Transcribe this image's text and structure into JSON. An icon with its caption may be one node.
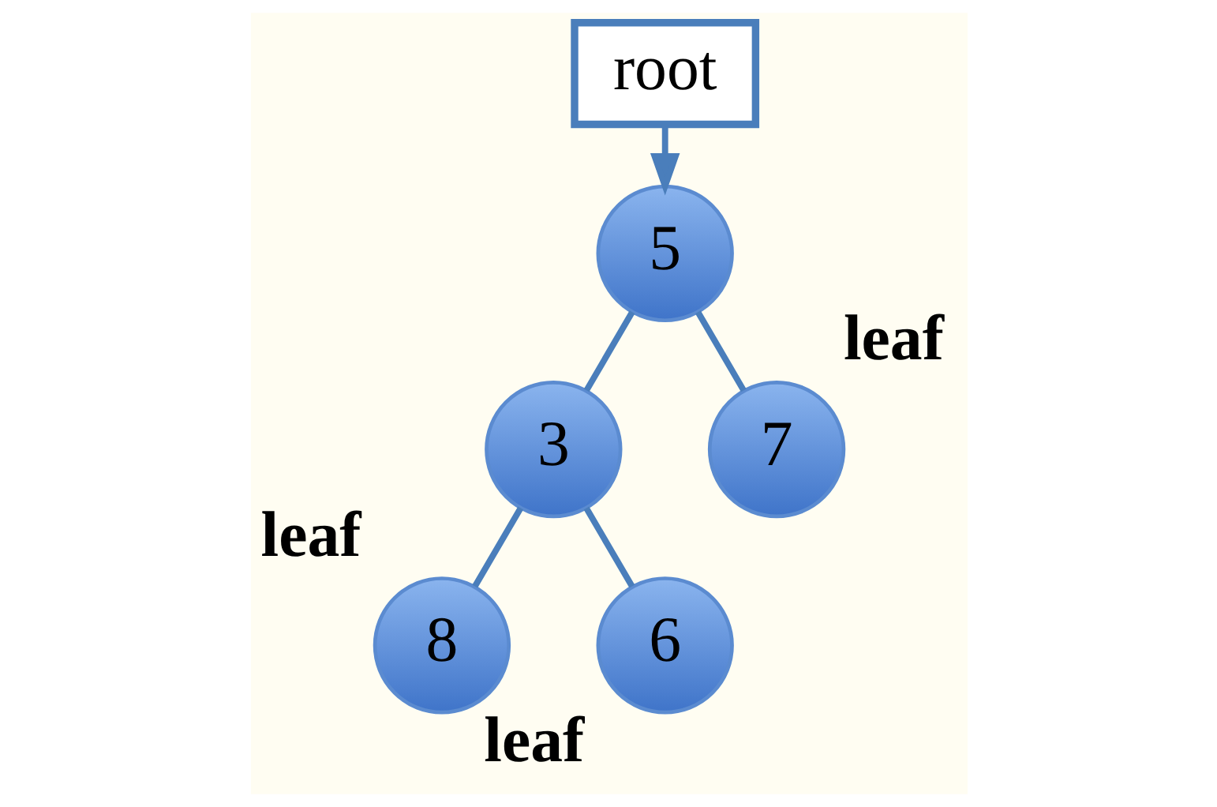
{
  "diagram": {
    "nodes": [
      {
        "text": [
          "root"
        ]
      },
      {
        "text": [
          "5"
        ]
      },
      {
        "text": [
          "3"
        ]
      },
      {
        "text": [
          "7"
        ],
        "beside": [
          "leaf"
        ]
      },
      {
        "text": [
          "8"
        ],
        "beside": [
          "leaf"
        ]
      },
      {
        "text": [
          "6"
        ],
        "beside": [
          "leaf"
        ]
      }
    ],
    "edges": [
      {
        "from": 0,
        "to": 1,
        "arrow": "to"
      },
      {
        "from": 1,
        "to": 2,
        "arrow": "none"
      },
      {
        "from": 1,
        "to": 3,
        "arrow": "none"
      },
      {
        "from": 2,
        "to": 4,
        "arrow": "none"
      },
      {
        "from": 2,
        "to": 5,
        "arrow": "none"
      }
    ]
  }
}
